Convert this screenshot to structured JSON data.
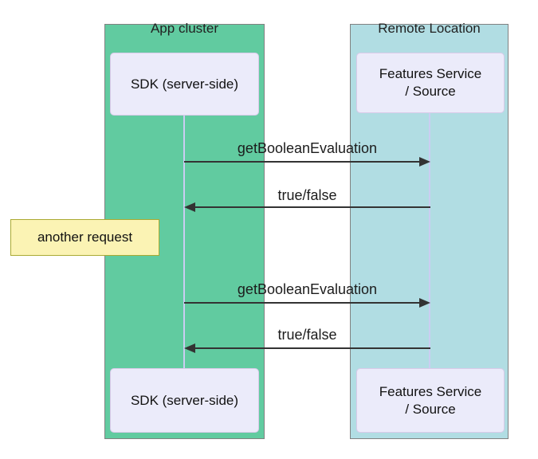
{
  "diagram": {
    "type": "sequence-diagram",
    "groups": [
      {
        "title": "App cluster",
        "fill": "#61cba0"
      },
      {
        "title": "Remote Location",
        "fill": "#b1dde3"
      }
    ],
    "actors": {
      "left_top": "SDK (server-side)",
      "left_bottom": "SDK (server-side)",
      "right_top_line1": "Features Service",
      "right_top_line2": "/ Source",
      "right_bottom_line1": "Features Service",
      "right_bottom_line2": "/ Source"
    },
    "messages": [
      {
        "label": "getBooleanEvaluation",
        "direction": "right",
        "from": "SDK (server-side)",
        "to": "Features Service / Source"
      },
      {
        "label": "true/false",
        "direction": "left",
        "from": "Features Service / Source",
        "to": "SDK (server-side)"
      },
      {
        "label": "getBooleanEvaluation",
        "direction": "right",
        "from": "SDK (server-side)",
        "to": "Features Service / Source"
      },
      {
        "label": "true/false",
        "direction": "left",
        "from": "Features Service / Source",
        "to": "SDK (server-side)"
      }
    ],
    "note": {
      "label": "another request",
      "position": "left of SDK (server-side)"
    },
    "colors": {
      "group_left_fill": "#61cba0",
      "group_right_fill": "#b1dde3",
      "group_border": "#818181",
      "actor_fill": "#ebebfa",
      "actor_border": "#d9cae9",
      "note_fill": "#fbf3b4",
      "note_border": "#aaaa33",
      "lifeline": "#cbcdf2",
      "arrow": "#333333"
    }
  }
}
